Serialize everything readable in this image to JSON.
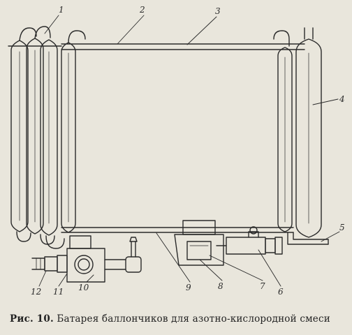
{
  "figure": {
    "caption_label": "Рис. 10.",
    "caption_text": "Батарея баллончиков для азотно-кислородной смеси"
  },
  "callouts": [
    "1",
    "2",
    "3",
    "4",
    "5",
    "6",
    "7",
    "8",
    "9",
    "10",
    "11",
    "12"
  ],
  "colors": {
    "paper": "#e9e6dc",
    "ink": "#2a2a2a"
  }
}
